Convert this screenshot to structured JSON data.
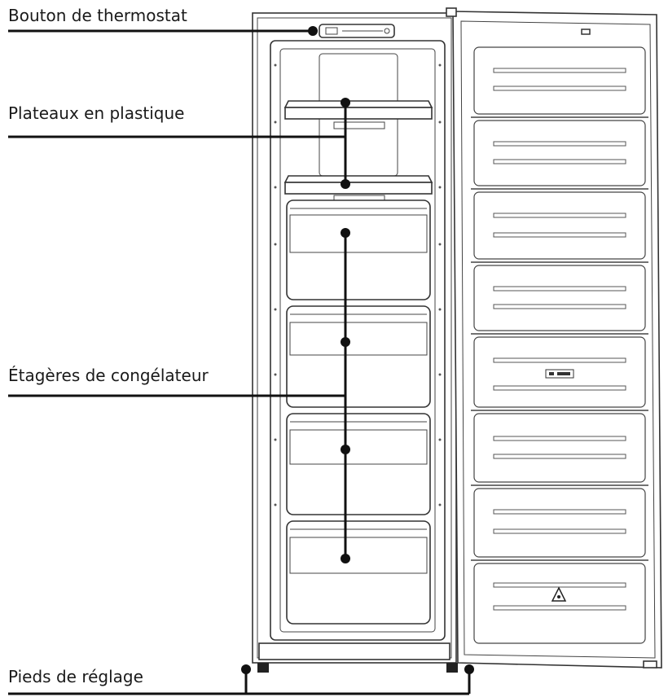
{
  "labels": {
    "thermostat": "Bouton de thermostat",
    "plastic_trays": "Plateaux en plastique",
    "freezer_shelves": "Étagères de congélateur",
    "adjustable_feet": "Pieds de réglage"
  },
  "icons": {
    "door_badge": "rating-badge-icon",
    "door_logo": "warning-logo-icon"
  }
}
